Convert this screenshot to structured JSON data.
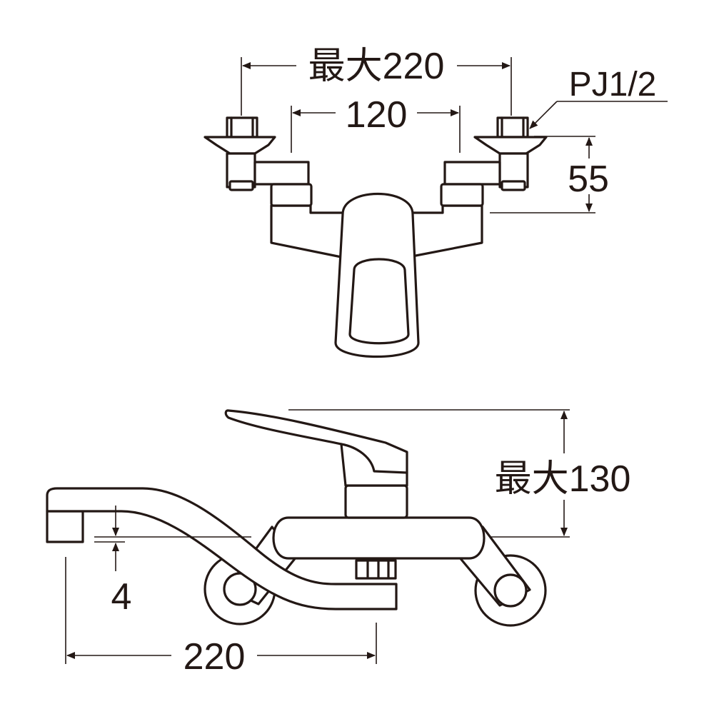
{
  "dimensions": {
    "top_max_spacing": "最大220",
    "top_spacing": "120",
    "thread_spec": "PJ1/2",
    "wall_offset": "55",
    "max_height": "最大130",
    "spout_gap": "4",
    "spout_reach": "220"
  },
  "colors": {
    "line": "#231815",
    "background": "#ffffff"
  }
}
